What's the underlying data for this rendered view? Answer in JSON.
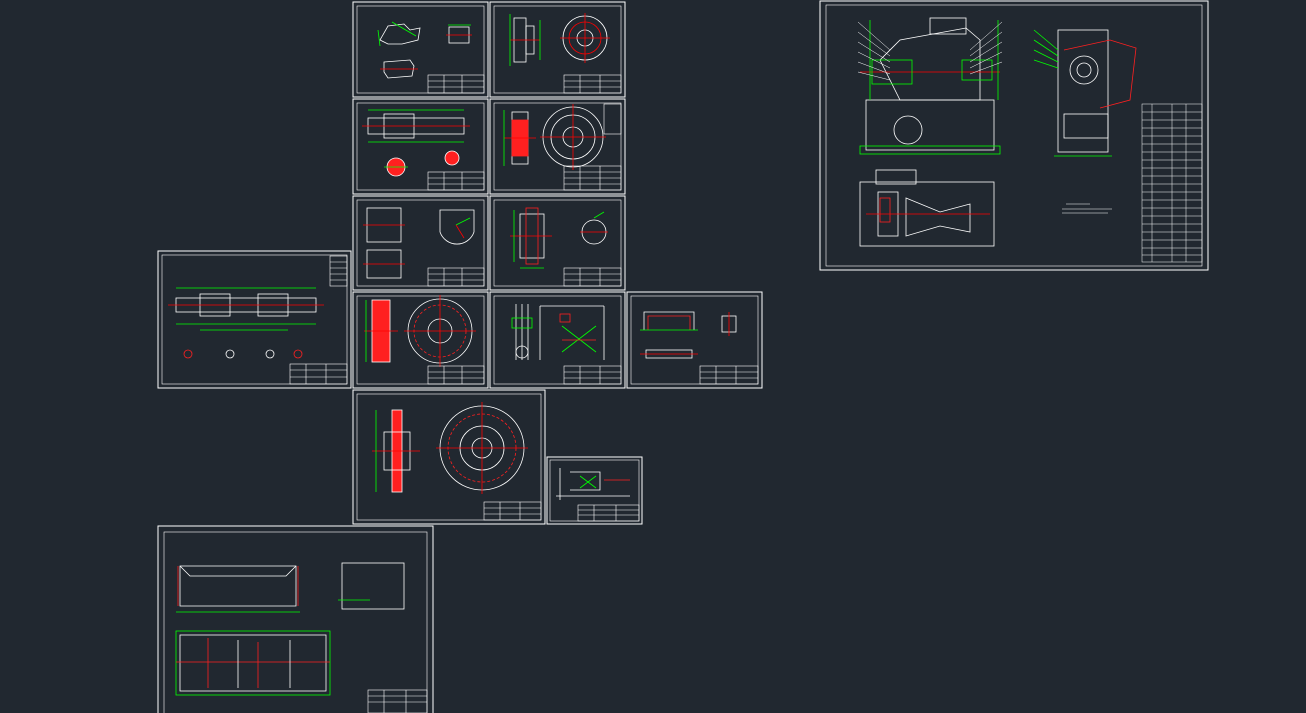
{
  "workspace": {
    "type": "cad-model-space",
    "layout_name": "",
    "colors": {
      "background": "#212830",
      "sheet_border": "#ffffff",
      "geometry": "#ffffff",
      "dimension": "#00ff00",
      "centerline": "#ff0000",
      "section": "#ff2020",
      "hatch": "#ff3030",
      "title_block": "#ffffff"
    }
  },
  "sheets": [
    {
      "id": "bracket-detail",
      "kind": "part-sketches"
    },
    {
      "id": "flange-disc",
      "kind": "flange"
    },
    {
      "id": "shaft-sections",
      "kind": "shaft-with-sections"
    },
    {
      "id": "wheel-hub",
      "kind": "wheel"
    },
    {
      "id": "square-plates",
      "kind": "plates"
    },
    {
      "id": "bearing-seat",
      "kind": "bearing-seat"
    },
    {
      "id": "long-shaft",
      "kind": "long-shaft"
    },
    {
      "id": "pulley",
      "kind": "pulley"
    },
    {
      "id": "electrical-schematic",
      "kind": "schematic"
    },
    {
      "id": "channel-part",
      "kind": "channel"
    },
    {
      "id": "large-gear",
      "kind": "gear"
    },
    {
      "id": "small-schematic",
      "kind": "schematic-small"
    },
    {
      "id": "frame-base",
      "kind": "frame"
    },
    {
      "id": "general-assembly",
      "kind": "assembly"
    }
  ]
}
